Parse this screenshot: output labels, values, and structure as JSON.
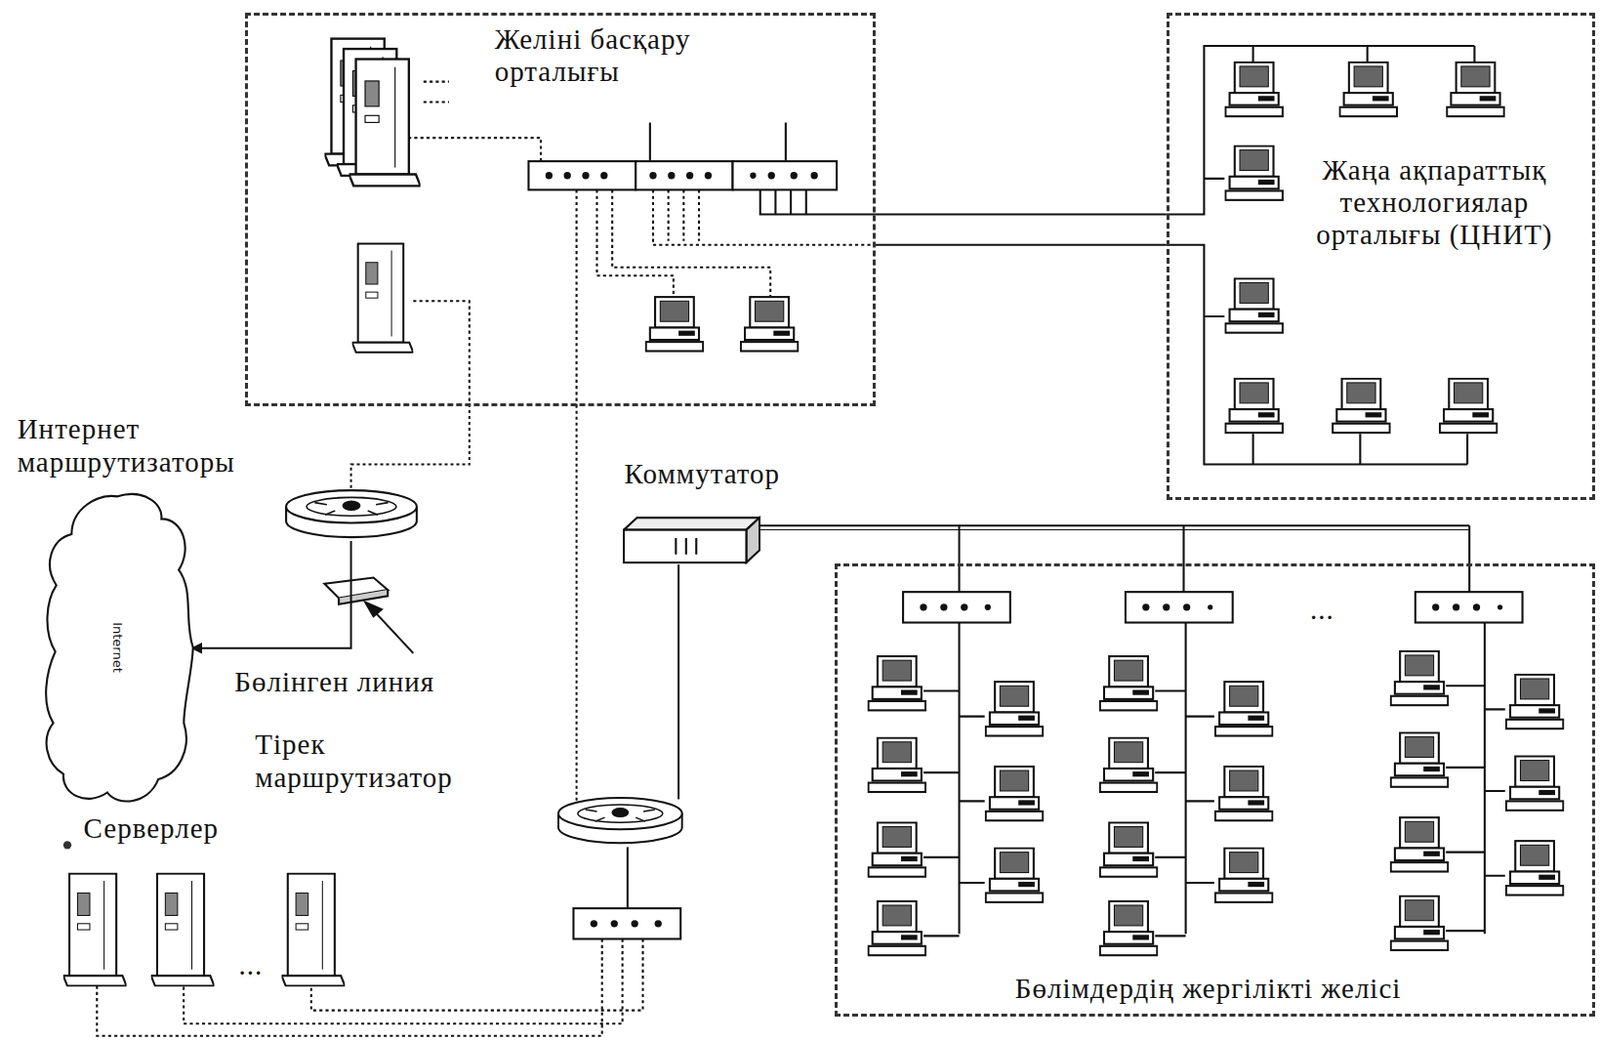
{
  "diagram": {
    "nodes": [
      {
        "text": [
          "Желіні басқару орталығы"
        ]
      },
      {
        "text": [
          "Жаңа ақпараттық технологиялар орталығы (ЦНИТ)"
        ]
      },
      {
        "text": [
          "Интернет маршрутизаторы"
        ]
      },
      {
        "text": [
          "Internet"
        ]
      },
      {
        "text": [
          "Коммутатор"
        ]
      },
      {
        "text": [
          "Тірек маршрутизатор"
        ]
      },
      {
        "text": [
          "Бөлімдердің жергілікті желісі"
        ]
      }
    ],
    "edges": [
      {
        "from": 0,
        "to": 1,
        "arrow": "none"
      },
      {
        "from": 0,
        "to": 1,
        "arrow": "none"
      },
      {
        "from": 2,
        "to": 0,
        "arrow": "none"
      },
      {
        "from": 2,
        "to": 3,
        "arrow": "to",
        "label": "Бөлінген линия"
      },
      {
        "from": 5,
        "to": 0,
        "arrow": "none"
      },
      {
        "from": 4,
        "to": 5,
        "arrow": "none"
      },
      {
        "from": 4,
        "to": 6,
        "arrow": "none"
      }
    ],
    "labels": [
      "Серверлер",
      "...",
      "..."
    ]
  }
}
